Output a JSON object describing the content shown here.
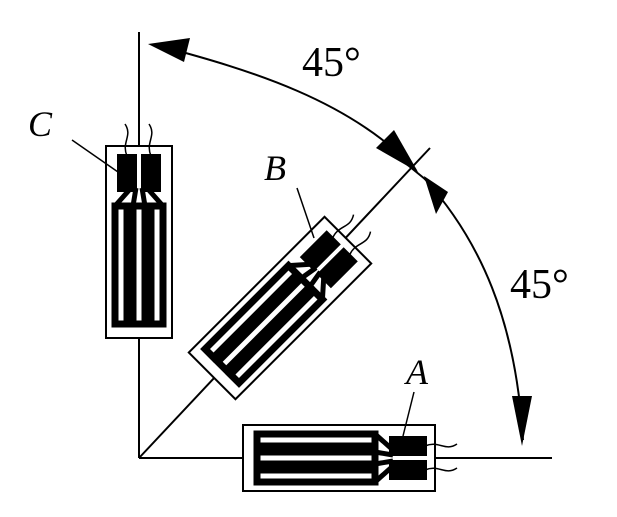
{
  "labels": {
    "gauge_a": "A",
    "gauge_b": "B",
    "gauge_c": "C"
  },
  "angles": {
    "upper": "45°",
    "lower": "45°"
  },
  "colors": {
    "ink": "#000000",
    "paper": "#ffffff"
  }
}
